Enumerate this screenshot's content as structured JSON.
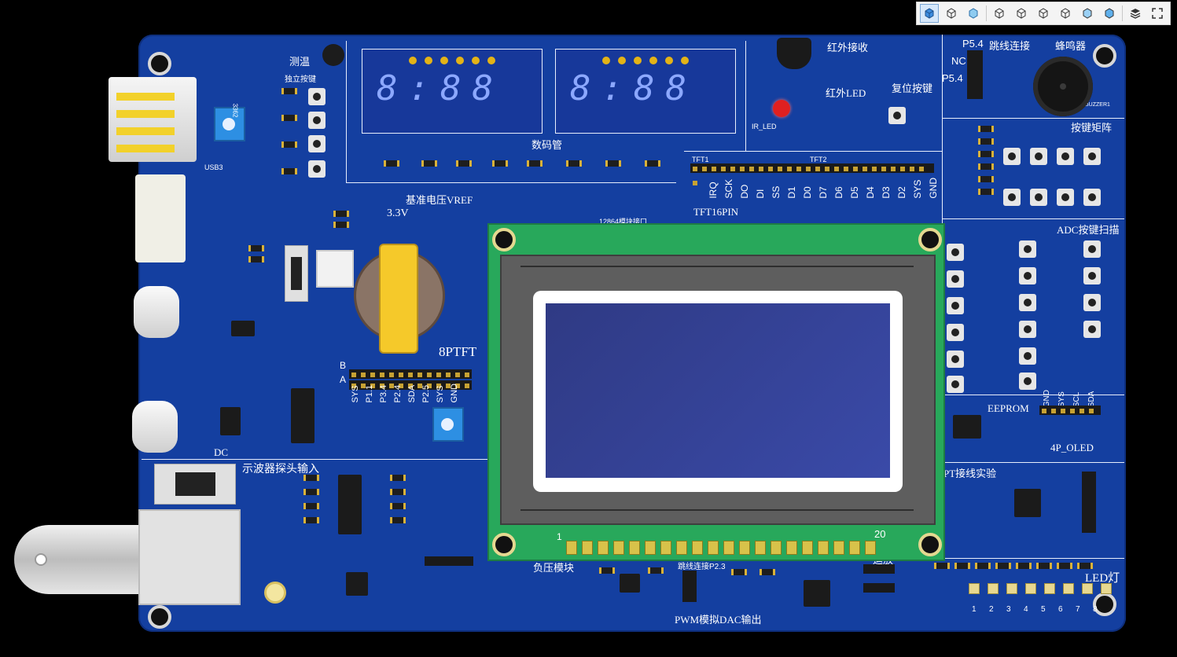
{
  "viewer": {
    "toolbar_icons": [
      "view-cube-front-icon",
      "view-cube-wire-icon",
      "view-cube-iso-icon",
      "view-top-icon",
      "view-bottom-icon",
      "view-left-icon",
      "view-right-icon",
      "view-back-icon",
      "view-front-icon",
      "layers-icon",
      "fullscreen-icon"
    ]
  },
  "board": {
    "labels": {
      "temp": "测温",
      "independent_keys": "独立按键",
      "digital_tube": "数码管",
      "ir_receive": "红外接收",
      "ir_led": "红外LED",
      "reset_key": "复位按键",
      "jumper_conn": "跳线连接",
      "buzzer": "蜂鸣器",
      "matrix_keys": "按键矩阵",
      "tft16": "TFT16PIN",
      "tft_header_title_1": "TFT1",
      "tft_header_title_2": "TFT2",
      "tft_pins": [
        "IRQ",
        "SCK",
        "DO",
        "DI",
        "SS",
        "D1",
        "D0",
        "D7",
        "D6",
        "D5",
        "D4",
        "D3",
        "D2",
        "SYS",
        "GND"
      ],
      "vref": "基准电压VREF",
      "v33": "3.3V",
      "lcd12864": "12864模块接口",
      "adc_keys": "ADC按键扫描",
      "eeprom": "EEPROM",
      "oled": "4P_OLED",
      "oled_pins": [
        "GND",
        "SYS",
        "SCL",
        "SDA"
      ],
      "pt_exp": "PT接线实验",
      "led_lights": "LED灯",
      "led_numbers": [
        "1",
        "2",
        "3",
        "4",
        "5",
        "6",
        "7",
        "8"
      ],
      "osc_input": "示波器探头输入",
      "neg_voltage": "负压模块",
      "pwm_dac": "PWM模拟DAC输出",
      "jumper_p23": "跳线连接P2.3",
      "amp": "运放",
      "tft8p": "8PTFT",
      "tft8p_pins": [
        "SYS",
        "P1.1",
        "P3.4",
        "P2.4",
        "SDA",
        "P2.5",
        "SYS",
        "GND"
      ],
      "dc": "DC",
      "p54_a": "P5.4",
      "p54_b": "P5.4",
      "nc": "NC",
      "pot_label": "3362",
      "lcd_pin1": "1",
      "lcd_pin20": "20",
      "ir_led_small": "IR_LED",
      "buzzer_small": "BUZZER1",
      "usb3": "USB3",
      "row_b": "B",
      "row_a": "A"
    },
    "colors": {
      "pcb": "#143fa0",
      "silkscreen": "#ffffff",
      "lcd_pcb": "#28a85b",
      "lcd_screen": "#3a4aa8",
      "gold": "#e3b317"
    }
  }
}
